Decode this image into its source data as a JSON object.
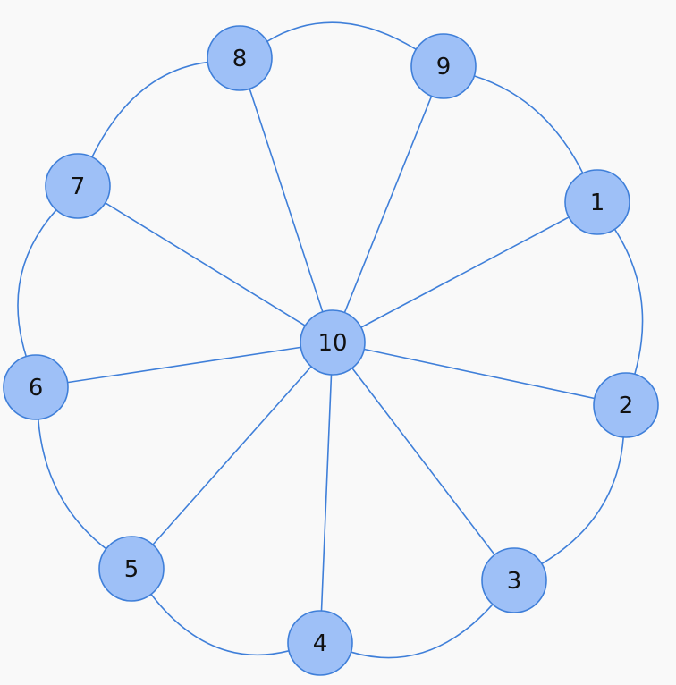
{
  "diagram": {
    "type": "graph",
    "colors": {
      "background": "#f9f9f9",
      "node_fill": "#9ec0f7",
      "node_stroke": "#3f7fd9",
      "edge": "#3f7fd9",
      "label": "#111111"
    },
    "nodes": [
      {
        "id": "1",
        "label": "1"
      },
      {
        "id": "2",
        "label": "2"
      },
      {
        "id": "3",
        "label": "3"
      },
      {
        "id": "4",
        "label": "4"
      },
      {
        "id": "5",
        "label": "5"
      },
      {
        "id": "6",
        "label": "6"
      },
      {
        "id": "7",
        "label": "7"
      },
      {
        "id": "8",
        "label": "8"
      },
      {
        "id": "9",
        "label": "9"
      },
      {
        "id": "10",
        "label": "10"
      }
    ],
    "edges": [
      {
        "from": "1",
        "to": "2",
        "style": "curved"
      },
      {
        "from": "2",
        "to": "3",
        "style": "curved"
      },
      {
        "from": "3",
        "to": "4",
        "style": "curved"
      },
      {
        "from": "4",
        "to": "5",
        "style": "curved"
      },
      {
        "from": "5",
        "to": "6",
        "style": "curved"
      },
      {
        "from": "6",
        "to": "7",
        "style": "curved"
      },
      {
        "from": "7",
        "to": "8",
        "style": "curved"
      },
      {
        "from": "8",
        "to": "9",
        "style": "curved"
      },
      {
        "from": "9",
        "to": "1",
        "style": "curved"
      },
      {
        "from": "10",
        "to": "1",
        "style": "straight"
      },
      {
        "from": "10",
        "to": "2",
        "style": "straight"
      },
      {
        "from": "10",
        "to": "3",
        "style": "straight"
      },
      {
        "from": "10",
        "to": "4",
        "style": "straight"
      },
      {
        "from": "10",
        "to": "5",
        "style": "straight"
      },
      {
        "from": "10",
        "to": "6",
        "style": "straight"
      },
      {
        "from": "10",
        "to": "7",
        "style": "straight"
      },
      {
        "from": "10",
        "to": "8",
        "style": "straight"
      },
      {
        "from": "10",
        "to": "9",
        "style": "straight"
      }
    ]
  }
}
